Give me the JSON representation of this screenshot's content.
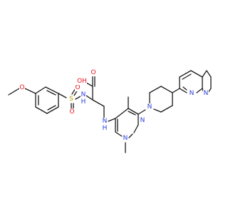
{
  "colors": {
    "bond": "#1a1a1a",
    "oxygen": "#e8141e",
    "nitrogen": "#2a3fd6",
    "sulfur": "#b89a00"
  },
  "atoms": [
    {
      "id": "o_methoxy",
      "text": "O",
      "el": "O"
    },
    {
      "id": "s_sulfonyl",
      "text": "S",
      "el": "S"
    },
    {
      "id": "o_sulfonyl_1",
      "text": "O",
      "el": "O"
    },
    {
      "id": "o_sulfonyl_2",
      "text": "O",
      "el": "O"
    },
    {
      "id": "n_sulfonamide",
      "text": "N",
      "el": "N"
    },
    {
      "id": "h_sulfonamide",
      "text": "H",
      "el": "N"
    },
    {
      "id": "oh_acid",
      "text": "OH",
      "el": "O"
    },
    {
      "id": "o_carbonyl",
      "text": "O",
      "el": "O"
    },
    {
      "id": "n_amine",
      "text": "N",
      "el": "N"
    },
    {
      "id": "h_amine",
      "text": "H",
      "el": "N"
    },
    {
      "id": "n_pyrimidine_1",
      "text": "N",
      "el": "N"
    },
    {
      "id": "n_pyrimidine_2",
      "text": "N",
      "el": "N"
    },
    {
      "id": "n_piperidine",
      "text": "N",
      "el": "N"
    },
    {
      "id": "n_naphthyridine_1",
      "text": "N",
      "el": "N"
    },
    {
      "id": "n_naphthyridine_2",
      "text": "N",
      "el": "N"
    }
  ]
}
